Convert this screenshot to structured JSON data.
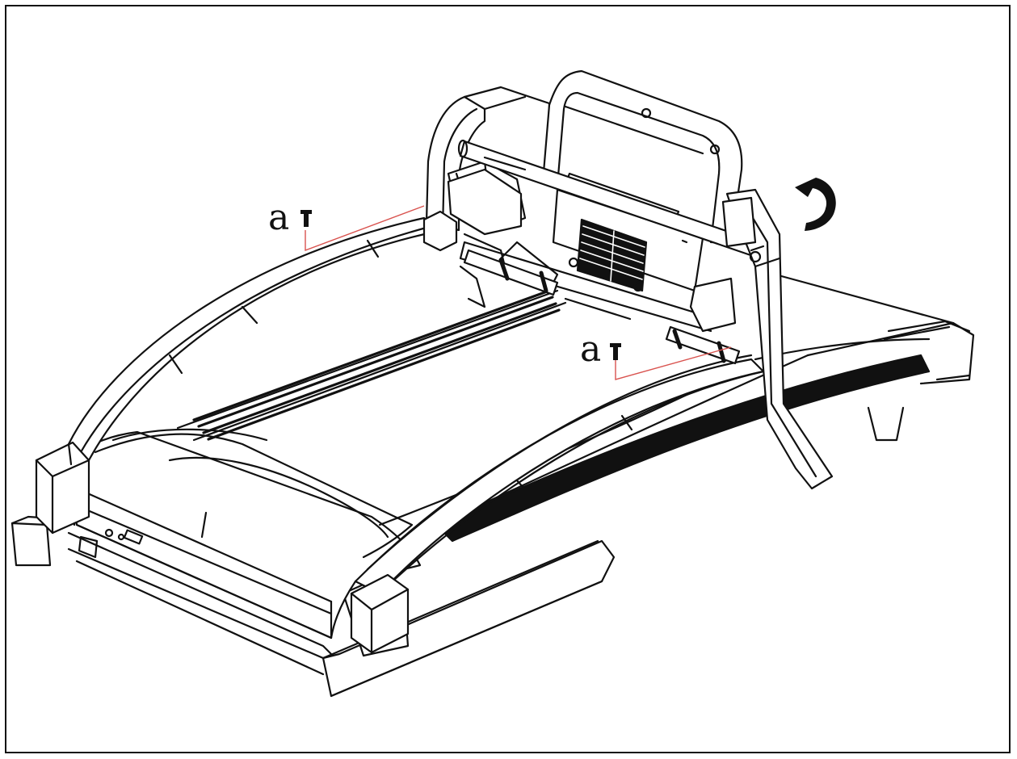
{
  "figure": {
    "callouts": [
      {
        "id": "a-left",
        "letter": "a",
        "part": "bolt"
      },
      {
        "id": "a-right",
        "letter": "a",
        "part": "bolt"
      }
    ],
    "leader_color": "#d9534f",
    "line_color": "#111111",
    "rotation_arrow": {
      "icon": "rotate-clockwise-arrow-icon"
    }
  }
}
